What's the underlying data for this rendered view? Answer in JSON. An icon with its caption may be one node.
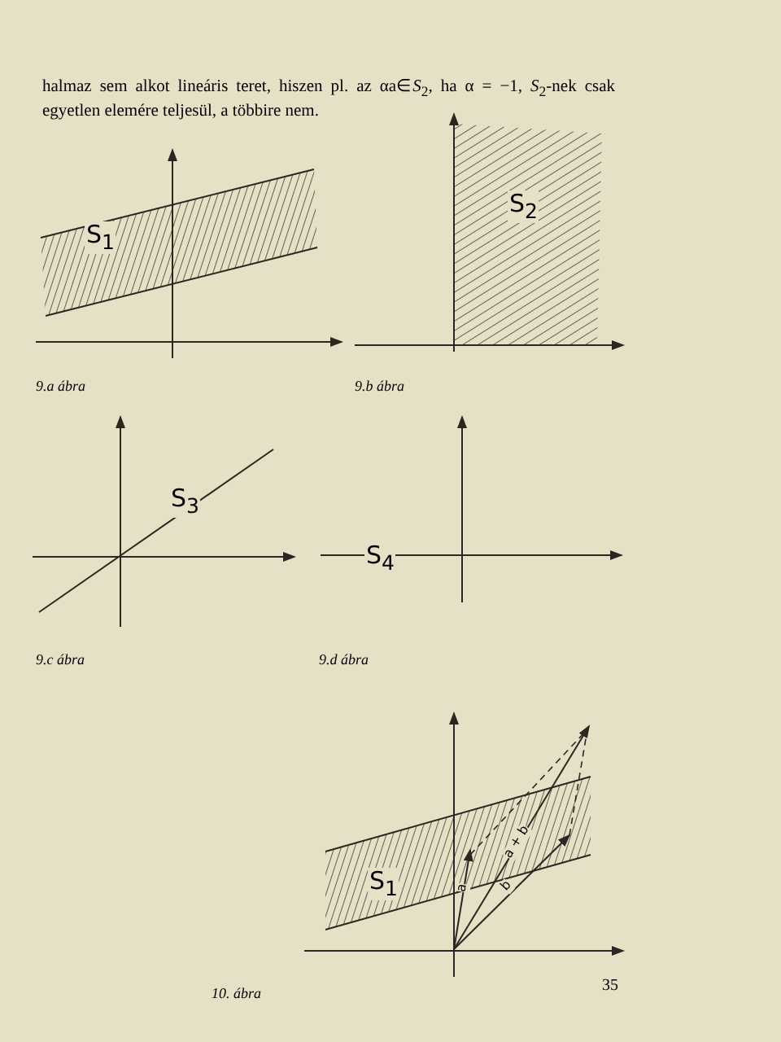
{
  "diagram": {
    "labels": [
      "halmaz sem alkot lineáris teret, hiszen pl. az αa∈*S*$_{2}$, ha α = −1, *S*$_{2}$-nek csak egyetlen elemére teljesül, a többire nem.",
      "S$_{1}$",
      "S$_{2}$",
      "9.a ábra",
      "9.b ábra",
      "S$_{3}$",
      "S$_{4}$",
      "9.c ábra",
      "9.d ábra",
      "a",
      "a + b",
      "b",
      "S$_{1}$",
      "10. ábra",
      "35"
    ]
  }
}
